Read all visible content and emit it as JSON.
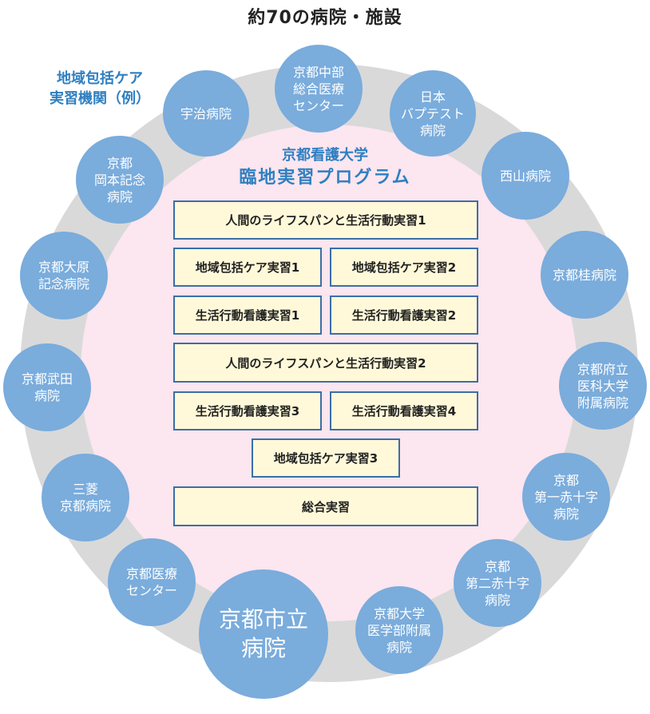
{
  "title": "約70の病院・施設",
  "side_label": "地域包括ケア\n実習機関（例）",
  "program": {
    "title_line1": "京都看護大学",
    "title_line2": "臨地実習プログラム",
    "boxes": [
      "人間のライフスパンと生活行動実習1",
      "地域包括ケア実習1",
      "地域包括ケア実習2",
      "生活行動看護実習1",
      "生活行動看護実習2",
      "人間のライフスパンと生活行動実習2",
      "生活行動看護実習3",
      "生活行動看護実習4",
      "地域包括ケア実習3",
      "総合実習"
    ]
  },
  "hospitals": [
    "京都中部\n総合医療\nセンター",
    "日本\nバプテスト\n病院",
    "西山病院",
    "京都桂病院",
    "京都府立\n医科大学\n附属病院",
    "京都\n第一赤十字\n病院",
    "京都\n第二赤十字\n病院",
    "京都大学\n医学部附属\n病院",
    "京都市立\n病院",
    "京都医療\nセンター",
    "三菱\n京都病院",
    "京都武田\n病院",
    "京都大原\n記念病院",
    "京都\n岡本記念\n病院",
    "宇治病院"
  ],
  "colors": {
    "ring": "#d9d9d9",
    "inner_circle": "#fce6ef",
    "hospital_circle": "#7aacdc",
    "box_fill": "#fff9d9",
    "box_border": "#3b6ea8",
    "accent_text": "#2f7fc1"
  }
}
